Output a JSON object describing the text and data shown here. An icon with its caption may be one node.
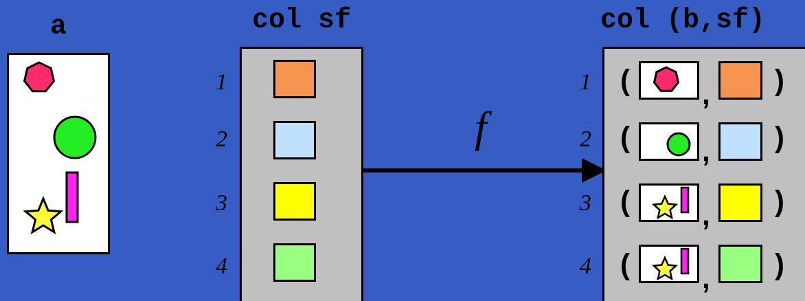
{
  "diagram": {
    "nodes": [
      {
        "text": [
          "a"
        ]
      },
      {
        "text": [
          "col sf"
        ]
      },
      {
        "text": [
          "col (b,sf)"
        ]
      }
    ],
    "edges": [
      {
        "from": 1,
        "to": 2,
        "arrow": "to",
        "label": "f"
      }
    ],
    "labels": [
      "1",
      "2",
      "3",
      "4",
      "1",
      "(",
      ",",
      ")",
      "2",
      "(",
      ",",
      ")",
      "3",
      "(",
      ",",
      ")",
      "4",
      "(",
      ",",
      ")"
    ]
  }
}
